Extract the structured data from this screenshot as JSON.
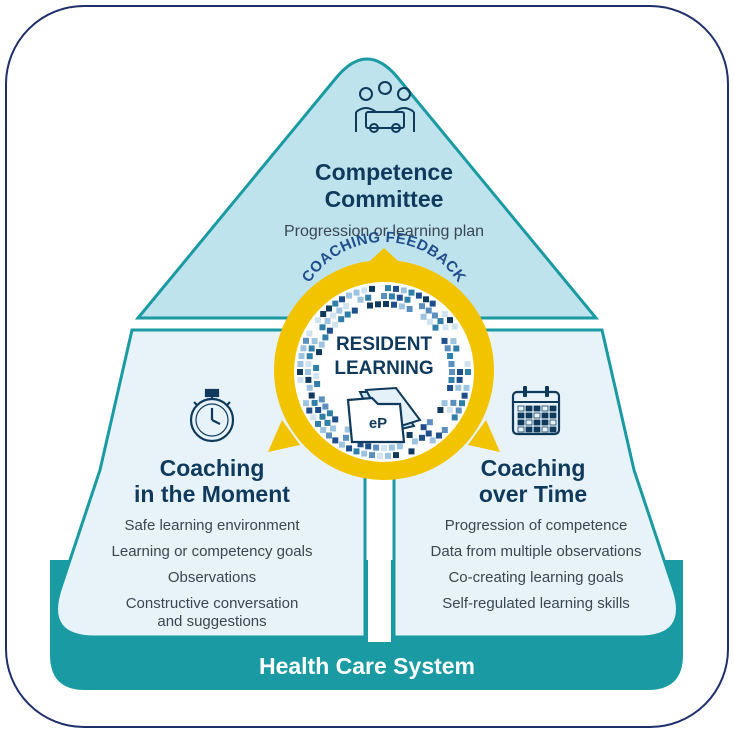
{
  "colors": {
    "frame": "#1f2f6b",
    "teal": "#1a9aa2",
    "teal_dark": "#11838b",
    "top_fill": "#bfe3ed",
    "side_fill": "#e7f3f8",
    "heading": "#0f3a5c",
    "body_text": "#3a4652",
    "ring_yellow": "#f2c400",
    "ring_text": "#1f4e8c",
    "white": "#ffffff"
  },
  "top": {
    "icon": "meeting-group-icon",
    "title_line1": "Competence",
    "title_line2": "Committee",
    "subtitle": "Progression or learning plan"
  },
  "left": {
    "icon": "stopwatch-icon",
    "title_line1": "Coaching",
    "title_line2": "in the Moment",
    "items": [
      "Safe learning environment",
      "Learning or competency goals",
      "Observations",
      "Constructive conversation",
      "and suggestions"
    ]
  },
  "right": {
    "icon": "calendar-icon",
    "title_line1": "Coaching",
    "title_line2": "over Time",
    "items": [
      "Progression of competence",
      "Data from multiple observations",
      "Co-creating learning goals",
      "Self-regulated learning skills"
    ]
  },
  "center": {
    "ring_label": "COACHING FEEDBACK",
    "title_line1": "RESIDENT",
    "title_line2": "LEARNING",
    "folder_label": "eP"
  },
  "footer": {
    "label": "Health Care System"
  }
}
